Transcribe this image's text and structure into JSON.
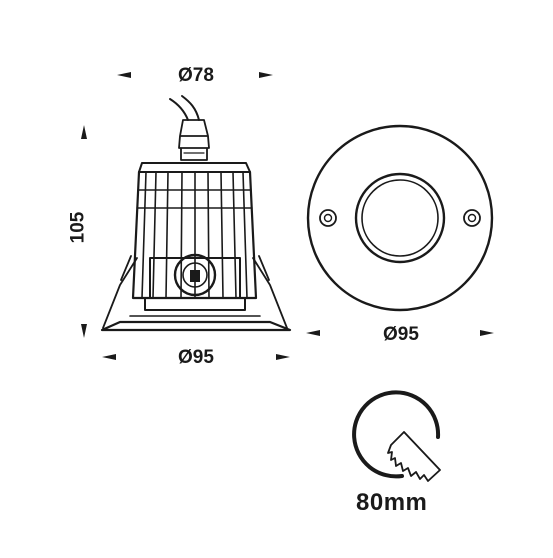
{
  "dimensions": {
    "top_width": "Ø78",
    "bottom_width": "Ø95",
    "height": "105",
    "front_diameter": "Ø95"
  },
  "cutout": {
    "value": "80mm",
    "icon": "cutout-saw-icon"
  },
  "colors": {
    "line": "#1a1a1a",
    "background": "#ffffff"
  }
}
